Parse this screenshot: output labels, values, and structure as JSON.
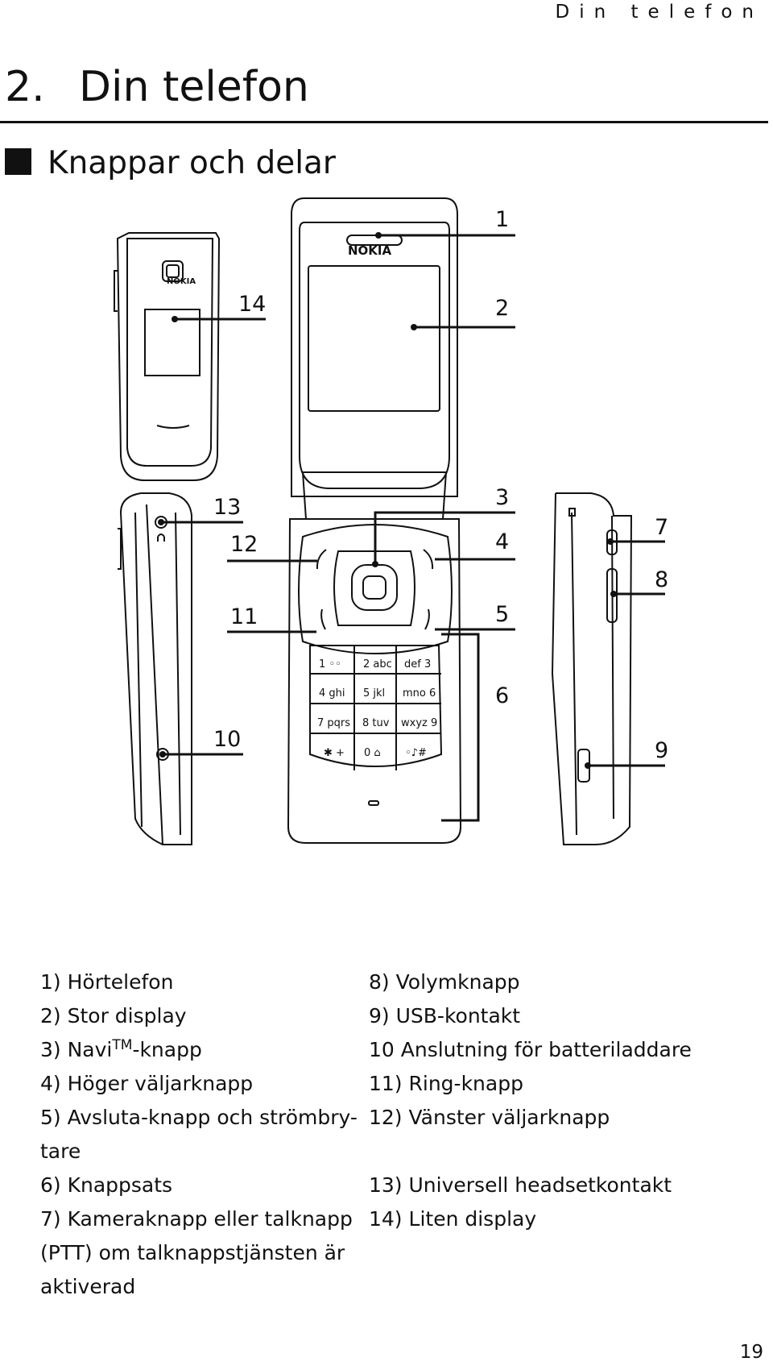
{
  "header": {
    "running_title": "Din telefon"
  },
  "chapter": {
    "number": "2.",
    "title": "Din telefon"
  },
  "section": {
    "title": "Knappar och delar"
  },
  "figure": {
    "brand": "NOKIA",
    "callouts": [
      "1",
      "2",
      "3",
      "4",
      "5",
      "6",
      "7",
      "8",
      "9",
      "10",
      "11",
      "12",
      "13",
      "14"
    ],
    "keys": [
      [
        "1 ◦◦",
        "2 abc",
        "def 3"
      ],
      [
        "4 ghi",
        "5 jkl",
        "mno 6"
      ],
      [
        "7 pqrs",
        "8 tuv",
        "wxyz 9"
      ],
      [
        "✱ +",
        "0 ⌂",
        "◦♪#"
      ]
    ]
  },
  "legend": {
    "left": [
      {
        "text": "1) Hörtelefon"
      },
      {
        "text": "2) Stor display"
      },
      {
        "pre": "3) Navi",
        "sup": "TM",
        "post": "-knapp"
      },
      {
        "text": "4) Höger väljarknapp"
      },
      {
        "text": "5) Avsluta-knapp och strömbry-"
      },
      {
        "text": "tare"
      },
      {
        "text": "6) Knappsats"
      },
      {
        "text": "7) Kameraknapp eller talknapp"
      },
      {
        "text": "(PTT) om talknappstjänsten är"
      },
      {
        "text": "aktiverad"
      }
    ],
    "right": [
      {
        "text": "8) Volymknapp"
      },
      {
        "text": "9) USB-kontakt"
      },
      {
        "text": "10 Anslutning för batteriladdare"
      },
      {
        "text": "11) Ring-knapp"
      },
      {
        "text": "12) Vänster väljarknapp"
      },
      {
        "text": "13) Universell headsetkontakt"
      },
      {
        "text": "14) Liten display"
      }
    ]
  },
  "page_number": "19"
}
